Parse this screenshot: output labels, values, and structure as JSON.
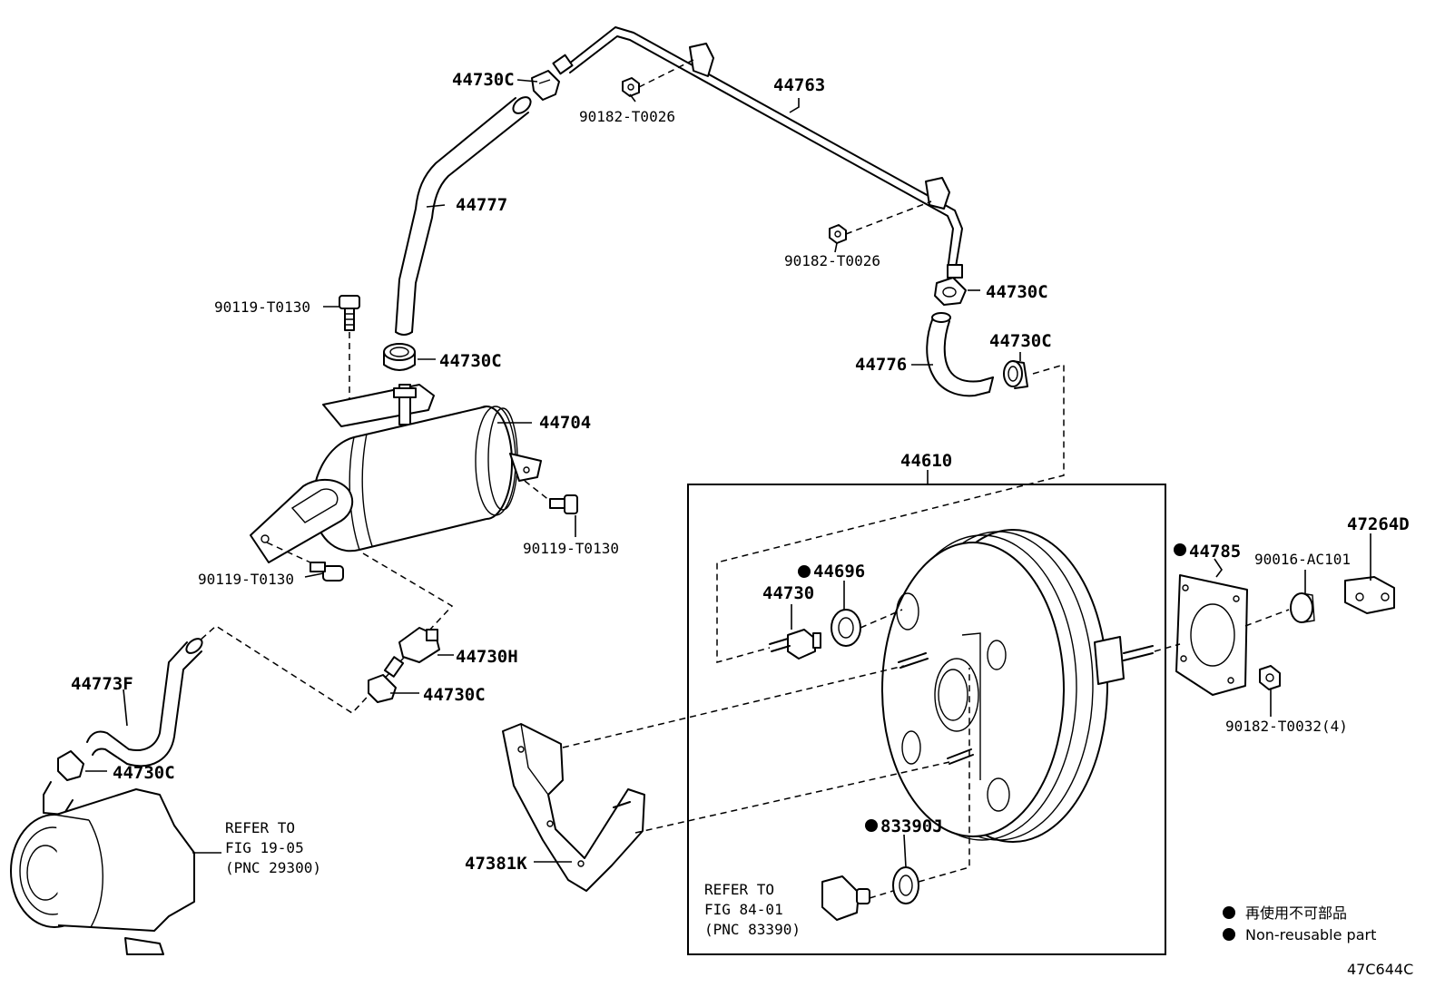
{
  "parts": {
    "p44730c_top": "44730C",
    "p90182_t0026_top": "90182-T0026",
    "p44763": "44763",
    "p44777": "44777",
    "p90182_t0026_mid": "90182-T0026",
    "p44730c_right1": "44730C",
    "p90119_t0130_top": "90119-T0130",
    "p44730c_left_clip": "44730C",
    "p44776": "44776",
    "p44730c_right2": "44730C",
    "p44704": "44704",
    "p44610": "44610",
    "p90119_t0130_right": "90119-T0130",
    "p90119_t0130_bottom": "90119-T0130",
    "p47264d": "47264D",
    "p44785": "44785",
    "p90016_ac101": "90016-AC101",
    "p44696": "44696",
    "p44730": "44730",
    "p44730h": "44730H",
    "p44773f": "44773F",
    "p44730c_lower": "44730C",
    "p90182_t0032": "90182-T0032(4)",
    "p44730c_pump": "44730C",
    "p47381k": "47381K",
    "p83390j": "83390J"
  },
  "refs": {
    "pump": {
      "line1": "REFER TO",
      "line2": "FIG 19-05",
      "line3": "(PNC 29300)"
    },
    "sensor": {
      "line1": "REFER TO",
      "line2": "FIG 84-01",
      "line3": "(PNC 83390)"
    }
  },
  "legend": {
    "jp": "再使用不可部品",
    "en": "Non-reusable part"
  },
  "figure_code": "47C644C"
}
